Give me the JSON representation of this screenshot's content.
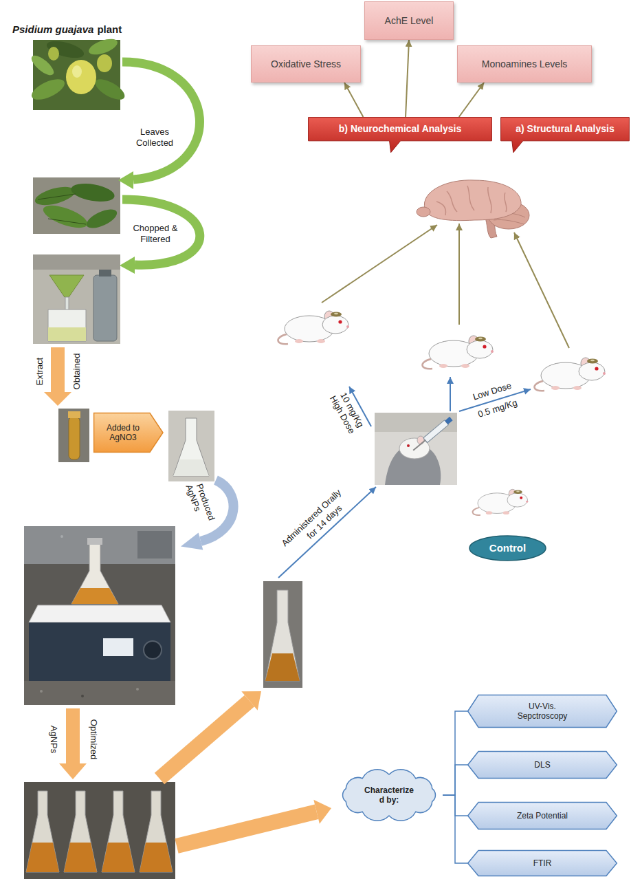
{
  "diagram": {
    "nodes": [
      {
        "text": [
          "AchE Level"
        ]
      },
      {
        "text": [
          "Oxidative Stress"
        ]
      },
      {
        "text": [
          "Monoamines Levels"
        ]
      },
      {
        "text": [
          "b) Neurochemical Analysis"
        ]
      },
      {
        "text": [
          "a) Structural Analysis"
        ]
      },
      {
        "text": [
          "Added to AgNO3"
        ]
      },
      {
        "text": [
          "Control"
        ]
      },
      {
        "text": [
          "Characterize d by:"
        ]
      },
      {
        "text": [
          "UV-Vis. Sepctroscopy"
        ]
      },
      {
        "text": [
          "DLS"
        ]
      },
      {
        "text": [
          "Zeta Potential"
        ]
      },
      {
        "text": [
          "FTIR"
        ]
      }
    ],
    "edges": [
      {
        "from": 3,
        "to": 1,
        "arrow": "to"
      },
      {
        "from": 3,
        "to": 0,
        "arrow": "to"
      },
      {
        "from": 3,
        "to": 2,
        "arrow": "to"
      },
      {
        "from": 7,
        "to": 8,
        "arrow": "none"
      },
      {
        "from": 7,
        "to": 9,
        "arrow": "none"
      },
      {
        "from": 7,
        "to": 10,
        "arrow": "none"
      },
      {
        "from": 7,
        "to": 11,
        "arrow": "none"
      }
    ],
    "labels": [
      "Psidium guajava",
      "plant",
      "Leaves Collected",
      "Chopped & Filtered",
      "Extract",
      "Obtained",
      "AgNPs",
      "Produced",
      "AgNPs",
      "Optimized",
      "Administered Orally",
      "for 14 days",
      "High Dose",
      "10 mg/Kg",
      "Low Dose",
      "0.5 mg/Kg"
    ]
  }
}
